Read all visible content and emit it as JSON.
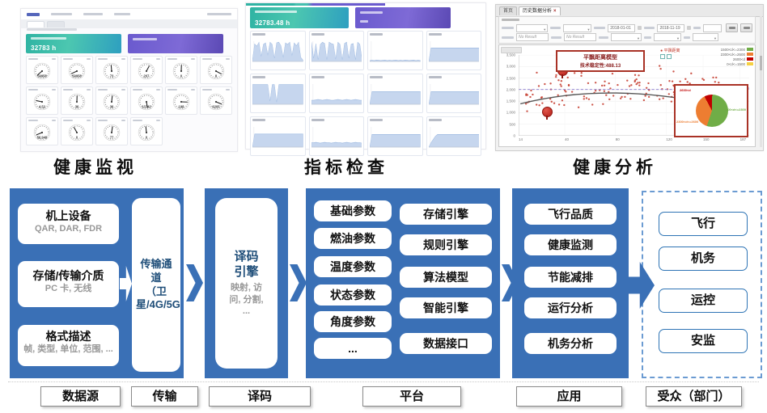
{
  "captions": {
    "p1": "健康监视",
    "p2": "指标检查",
    "p3": "健康分析"
  },
  "panel1": {
    "banner_value": "32783 h",
    "gauges": [
      {
        "v": "59958",
        "a": -130
      },
      {
        "v": "59958",
        "a": -115
      },
      {
        "v": "73",
        "a": -5
      },
      {
        "v": "207",
        "a": 28
      },
      {
        "v": "0",
        "a": 2
      },
      {
        "v": "8",
        "a": 118
      },
      {
        "v": "4.52",
        "a": -78
      },
      {
        "v": "36",
        "a": 2
      },
      {
        "v": "36",
        "a": 6
      },
      {
        "v": "13742",
        "a": 170
      },
      {
        "v": "198",
        "a": 92
      },
      {
        "v": "6205",
        "a": 112
      },
      {
        "v": "56,949",
        "a": -112
      },
      {
        "v": "0",
        "a": -28
      },
      {
        "v": "77",
        "a": 8
      },
      {
        "v": "0",
        "a": -6
      }
    ]
  },
  "panel2": {
    "banner_value": "32783.48 h",
    "charts": [
      {
        "points": [
          5,
          80,
          70,
          88,
          25,
          78,
          85,
          30,
          88,
          78,
          15,
          85,
          88,
          72,
          20,
          85,
          78,
          88,
          28,
          85,
          72,
          88,
          18,
          6
        ]
      },
      {
        "points": [
          88,
          15,
          82,
          8,
          78,
          88,
          82,
          8,
          88,
          82,
          78,
          10,
          88,
          78,
          8,
          82,
          88,
          15,
          78,
          82,
          8,
          88,
          78,
          8
        ]
      },
      {
        "points": [
          4,
          5,
          4,
          6,
          5,
          4,
          5,
          6,
          4,
          5,
          4,
          5,
          6,
          4,
          5,
          4,
          6,
          5,
          4,
          5,
          6,
          4,
          5,
          4
        ]
      },
      {
        "points": [
          0,
          62,
          62,
          62,
          62,
          62,
          62,
          62,
          62,
          62,
          62,
          62,
          62,
          62,
          62,
          62,
          62,
          62,
          62,
          62,
          62,
          62,
          62,
          62
        ]
      },
      {
        "points": [
          90,
          90,
          90,
          90,
          90,
          90,
          90,
          90,
          15,
          90,
          90,
          10,
          90,
          90,
          90,
          90,
          90,
          90,
          90,
          90,
          90,
          90,
          90,
          90
        ]
      },
      {
        "points": [
          18,
          18,
          20,
          22,
          20,
          18,
          20,
          22,
          20,
          18,
          18,
          20,
          22,
          20,
          18,
          20,
          22,
          20,
          18,
          20,
          22,
          20,
          18,
          18
        ]
      },
      {
        "points": [
          0,
          58,
          58,
          58,
          58,
          58,
          58,
          58,
          58,
          58,
          58,
          58,
          58,
          58,
          58,
          58,
          58,
          58,
          58,
          58,
          58,
          58,
          58,
          58
        ]
      },
      {
        "points": [
          0,
          58,
          58,
          58,
          58,
          58,
          58,
          58,
          58,
          58,
          58,
          58,
          58,
          58,
          58,
          58,
          58,
          58,
          58,
          58,
          58,
          58,
          58,
          58
        ]
      },
      {
        "points": [
          0,
          60,
          60,
          60,
          60,
          60,
          60,
          60,
          60,
          60,
          60,
          60,
          60,
          60,
          60,
          60,
          60,
          60,
          60,
          60,
          60,
          60,
          60,
          60
        ]
      },
      {
        "points": [
          20,
          20,
          22,
          20,
          18,
          20,
          22,
          20,
          20,
          18,
          20,
          22,
          20,
          20,
          18,
          20,
          22,
          20,
          18,
          20,
          22,
          20,
          20,
          18
        ]
      },
      {
        "points": [
          0,
          58,
          58,
          58,
          58,
          58,
          58,
          58,
          58,
          58,
          58,
          58,
          58,
          58,
          58,
          58,
          58,
          58,
          58,
          58,
          58,
          58,
          58,
          58
        ]
      },
      {
        "points": [
          0,
          20,
          35,
          50,
          58,
          58,
          58,
          58,
          58,
          58,
          58,
          58,
          58,
          58,
          58,
          58,
          58,
          58,
          58,
          58,
          58,
          58,
          58,
          58
        ]
      }
    ]
  },
  "panel3": {
    "tabs": [
      "首页",
      "历史数据分析"
    ],
    "close": "×",
    "filter": {
      "date_from": "2018-01-01",
      "date_to": "2018-11-19",
      "no_result": "No Result"
    },
    "scatter": {
      "annotation_line1": "平飘距离模型",
      "annotation_line2": "技术稳定性:488.13",
      "series_label": "● 平飘距离",
      "threshold_label": "2000",
      "y_ticks": [
        "3,500",
        "3,000",
        "2,500",
        "2,000",
        "1,500",
        "1,000",
        "500",
        "0"
      ],
      "x_ticks": [
        "14",
        "40",
        "80",
        "120",
        "150",
        "187"
      ],
      "legend": [
        {
          "label": "1500<d<=2300",
          "color": "#70AD47"
        },
        {
          "label": "2300<d<=2600",
          "color": "#ED7D31"
        },
        {
          "label": "2600<d",
          "color": "#C00000"
        },
        {
          "label": "0<d<=1500",
          "color": "#F5D042"
        }
      ]
    },
    "pie": {
      "slices": [
        {
          "label": "2600<d",
          "value": 8,
          "color": "#C00000"
        },
        {
          "label": "1500<d<=2300",
          "value": 55,
          "color": "#70AD47"
        },
        {
          "label": "2300<d<=2600",
          "value": 37,
          "color": "#ED7D31"
        }
      ]
    }
  },
  "chart_data": [
    {
      "type": "scatter",
      "title": "平飘距离模型",
      "xlabel": "",
      "ylabel": "",
      "x_range": [
        14,
        187
      ],
      "y_range": [
        0,
        3500
      ],
      "trend": "concave-down quadratic, peak ≈ 2150 near mid-range, falling to ≈ 1600 at edges",
      "threshold_line": 2000,
      "annotation": "技术稳定性:488.13",
      "legend_position": "top-right",
      "grid": true
    },
    {
      "type": "pie",
      "categories": [
        "2600<d",
        "1500<d<=2300",
        "2300<d<=2600"
      ],
      "values": [
        8,
        55,
        37
      ],
      "colors": [
        "#C00000",
        "#70AD47",
        "#ED7D31"
      ],
      "title": ""
    }
  ],
  "flow": {
    "source": {
      "label": "数据源",
      "items": [
        {
          "title": "机上设备",
          "sub": "QAR, DAR, FDR"
        },
        {
          "title": "存储/传输介质",
          "sub": "PC 卡, 无线"
        },
        {
          "title": "格式描述",
          "sub": "帧, 类型, 单位, 范围, ..."
        }
      ]
    },
    "transport": {
      "label": "传输",
      "box_line1": "传输通道",
      "box_line2": "（卫星/4G/5G）"
    },
    "decode": {
      "label": "译码",
      "title": "译码引擎",
      "sub": "映射, 访问, 分割, ..."
    },
    "platform": {
      "label": "平台",
      "params": [
        "基础参数",
        "燃油参数",
        "温度参数",
        "状态参数",
        "角度参数",
        "..."
      ],
      "engines": [
        "存储引擎",
        "规则引擎",
        "算法模型",
        "智能引擎",
        "数据接口"
      ]
    },
    "application": {
      "label": "应用",
      "items": [
        "飞行品质",
        "健康监测",
        "节能减排",
        "运行分析",
        "机务分析"
      ]
    },
    "audience": {
      "label": "受众（部门）",
      "items": [
        "飞行",
        "机务",
        "运控",
        "安监"
      ]
    }
  }
}
